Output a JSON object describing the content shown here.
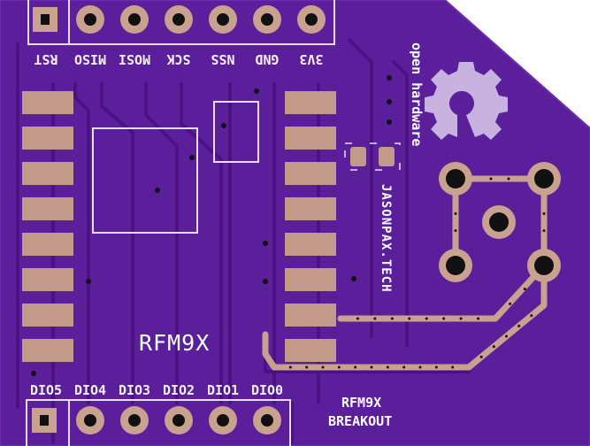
{
  "board": {
    "colors": {
      "board": "#5b1f9c",
      "trace": "#4a1282",
      "pad": "#c39a8a",
      "copper_ring": "#c9a28f",
      "silkscreen": "#ffffff",
      "drill": "#111111",
      "oshw_logo": "#c8b3e0"
    },
    "top_header": {
      "labels": [
        "3V3",
        "GND",
        "NSS",
        "SCK",
        "MOSI",
        "MISO",
        "RST"
      ]
    },
    "bottom_header": {
      "labels": [
        "DIO5",
        "DIO4",
        "DIO3",
        "DIO2",
        "DIO1",
        "DIO0"
      ]
    },
    "module_label": "RFM9X",
    "breakout_label": [
      "RFM9X",
      "BREAKOUT"
    ],
    "vertical_url": "JASONPAX.TECH",
    "oshw_text": "open hardware",
    "oshw_icon": "oshw-gear-icon"
  }
}
